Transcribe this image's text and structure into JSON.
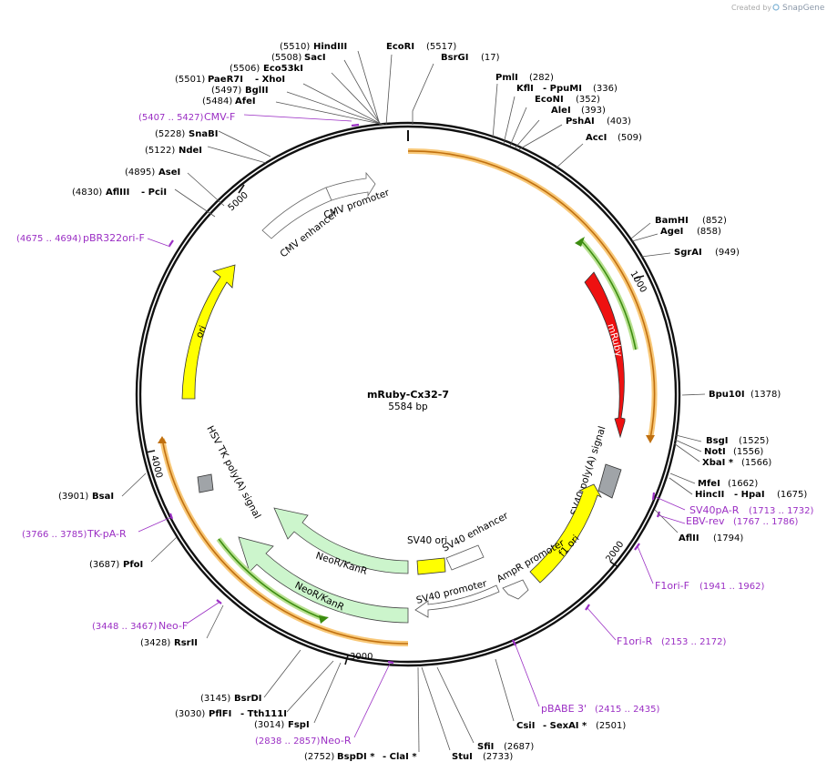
{
  "watermark": {
    "prefix": "Created by",
    "brand": "SnapGene"
  },
  "plasmid": {
    "name": "mRuby-Cx32-7",
    "size": "5584 bp"
  },
  "ring_ticks": [
    "1000",
    "2000",
    "3000",
    "4000",
    "5000"
  ],
  "enzymes": [
    {
      "name": "HindIII",
      "pos": "(5510)"
    },
    {
      "name": "SacI",
      "pos": "(5508)"
    },
    {
      "name": "Eco53kI",
      "pos": "(5506)"
    },
    {
      "name": "PaeR7I",
      "pos": "(5501)",
      "suffix": "- XhoI"
    },
    {
      "name": "BglII",
      "pos": "(5497)"
    },
    {
      "name": "AfeI",
      "pos": "(5484)"
    },
    {
      "name": "EcoRI",
      "pos": "(5517)"
    },
    {
      "name": "BsrGI",
      "pos": "(17)"
    },
    {
      "name": "PmlI",
      "pos": "(282)"
    },
    {
      "name": "KflI",
      "pos": "(336)",
      "suffix": "- PpuMI"
    },
    {
      "name": "EcoNI",
      "pos": "(352)"
    },
    {
      "name": "AleI",
      "pos": "(393)"
    },
    {
      "name": "PshAI",
      "pos": "(403)"
    },
    {
      "name": "AccI",
      "pos": "(509)"
    },
    {
      "name": "SnaBI",
      "pos": "(5228)"
    },
    {
      "name": "NdeI",
      "pos": "(5122)"
    },
    {
      "name": "AseI",
      "pos": "(4895)"
    },
    {
      "name": "AflIII",
      "pos": "(4830)",
      "suffix": "- PciI"
    },
    {
      "name": "BamHI",
      "pos": "(852)"
    },
    {
      "name": "AgeI",
      "pos": "(858)"
    },
    {
      "name": "SgrAI",
      "pos": "(949)"
    },
    {
      "name": "Bpu10I",
      "pos": "(1378)"
    },
    {
      "name": "BsgI",
      "pos": "(1525)"
    },
    {
      "name": "NotI",
      "pos": "(1556)"
    },
    {
      "name": "XbaI *",
      "pos": "(1566)"
    },
    {
      "name": "MfeI",
      "pos": "(1662)"
    },
    {
      "name": "HincII",
      "pos": "(1675)",
      "suffix": "- HpaI"
    },
    {
      "name": "AflII",
      "pos": "(1794)"
    },
    {
      "name": "BsaI",
      "pos": "(3901)"
    },
    {
      "name": "PfoI",
      "pos": "(3687)"
    },
    {
      "name": "RsrII",
      "pos": "(3428)"
    },
    {
      "name": "BsrDI",
      "pos": "(3145)"
    },
    {
      "name": "PflFI",
      "pos": "(3030)",
      "suffix": "- Tth111I"
    },
    {
      "name": "FspI",
      "pos": "(3014)"
    },
    {
      "name": "BspDI *",
      "pos": "(2752)",
      "suffix": "- ClaI *"
    },
    {
      "name": "StuI",
      "pos": "(2733)"
    },
    {
      "name": "SfiI",
      "pos": "(2687)"
    },
    {
      "name": "CsiI",
      "pos": "(2501)",
      "suffix": "- SexAI *"
    }
  ],
  "primers": [
    {
      "name": "CMV-F",
      "range": "(5407 .. 5427)"
    },
    {
      "name": "pBR322ori-F",
      "range": "(4675 .. 4694)"
    },
    {
      "name": "SV40pA-R",
      "range": "(1713 .. 1732)"
    },
    {
      "name": "EBV-rev",
      "range": "(1767 .. 1786)"
    },
    {
      "name": "F1ori-F",
      "range": "(1941 .. 1962)"
    },
    {
      "name": "F1ori-R",
      "range": "(2153 .. 2172)"
    },
    {
      "name": "pBABE 3'",
      "range": "(2415 .. 2435)"
    },
    {
      "name": "Neo-R",
      "range": "(2838 .. 2857)"
    },
    {
      "name": "Neo-F",
      "range": "(3448 .. 3467)"
    },
    {
      "name": "TK-pA-R",
      "range": "(3766 .. 3785)"
    }
  ],
  "features": {
    "cmv_enhancer": "CMV enhancer",
    "cmv_promoter": "CMV promoter",
    "ori": "ori",
    "mruby": "mRuby",
    "sv40_polya": "SV40 poly(A) signal",
    "f1_ori": "f1 ori",
    "ampr_promoter": "AmpR promoter",
    "sv40_promoter": "SV40 promoter",
    "sv40_ori": "SV40 ori",
    "sv40_enhancer": "SV40 enhancer",
    "neokan_1": "NeoR/KanR",
    "neokan_2": "NeoR/KanR",
    "hsv_tk": "HSV TK poly(A) signal"
  },
  "colors": {
    "mruby": "#ee1111",
    "yellow": "#ffff00",
    "neo": "#ccf5cc",
    "orange_glow": "#f8c878",
    "orange_line": "#c07010",
    "green_line": "#3c8c10",
    "green_glow": "#b8e090",
    "primer": "#9b2fc4",
    "grey": "#a0a4a8"
  }
}
